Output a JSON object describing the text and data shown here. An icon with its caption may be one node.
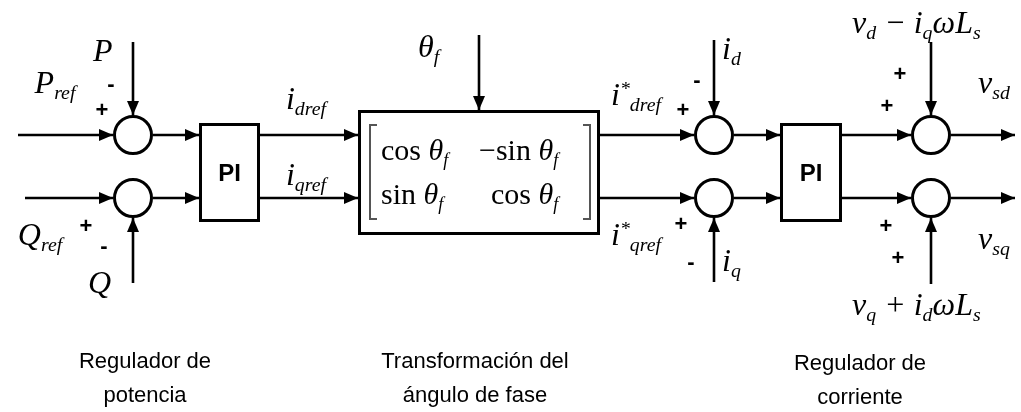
{
  "diagram": {
    "nodes": [
      {
        "text": [
          "P"
        ]
      },
      {
        "text": [],
        "shape": "circle"
      },
      {
        "text": [
          "PI"
        ]
      },
      {
        "text": [
          "θ$_{f}$"
        ]
      },
      {
        "text": [
          "cos *θ*$_{f}$",
          "−sin *θ*$_{f}$",
          "sin *θ*$_{f}$",
          "cos *θ*$_{f}$"
        ]
      },
      {
        "text": [
          "i$_{d}$"
        ]
      },
      {
        "text": [],
        "shape": "circle"
      },
      {
        "text": [
          "v$_{d}$ − i$_{q}$ωL$_{s}$"
        ]
      },
      {
        "text": [
          "PI"
        ]
      },
      {
        "text": [],
        "shape": "circle"
      },
      {
        "text": [],
        "shape": "circle"
      },
      {
        "text": [],
        "shape": "circle"
      },
      {
        "text": [],
        "shape": "circle"
      },
      {
        "text": [
          "Q"
        ]
      },
      {
        "text": [
          "i$_{q}$"
        ]
      },
      {
        "text": [
          "v$_{q}$ + i$_{d}$ωL$_{s}$"
        ]
      }
    ],
    "edges": [
      {
        "from": null,
        "to": 1,
        "arrow": "to",
        "label": "P$_{ref}$"
      },
      {
        "from": 0,
        "to": 1,
        "arrow": "to"
      },
      {
        "from": 1,
        "to": 2,
        "arrow": "to"
      },
      {
        "from": null,
        "to": 10,
        "arrow": "to",
        "label": "Q$_{ref}$"
      },
      {
        "from": 13,
        "to": 10,
        "arrow": "to"
      },
      {
        "from": 10,
        "to": 2,
        "arrow": "to"
      },
      {
        "from": 2,
        "to": 4,
        "arrow": "to",
        "label": "i$_{dref}$"
      },
      {
        "from": 2,
        "to": 4,
        "arrow": "to",
        "label": "i$_{qref}$"
      },
      {
        "from": 3,
        "to": 4,
        "arrow": "to"
      },
      {
        "from": 4,
        "to": 6,
        "arrow": "to",
        "label": "i$^{*}$$_{dref}$"
      },
      {
        "from": 4,
        "to": 11,
        "arrow": "to",
        "label": "i$^{*}$$_{qref}$"
      },
      {
        "from": 5,
        "to": 6,
        "arrow": "to"
      },
      {
        "from": 14,
        "to": 11,
        "arrow": "to"
      },
      {
        "from": 6,
        "to": 8,
        "arrow": "to"
      },
      {
        "from": 11,
        "to": 8,
        "arrow": "to"
      },
      {
        "from": 8,
        "to": 9,
        "arrow": "to"
      },
      {
        "from": 8,
        "to": 12,
        "arrow": "to"
      },
      {
        "from": 7,
        "to": 9,
        "arrow": "to"
      },
      {
        "from": 15,
        "to": 12,
        "arrow": "to"
      },
      {
        "from": 9,
        "to": null,
        "arrow": "to",
        "label": "v$_{sd}$"
      },
      {
        "from": 12,
        "to": null,
        "arrow": "to",
        "label": "v$_{sq}$"
      }
    ],
    "labels": [
      "-",
      "-",
      "+",
      "+",
      "+",
      "+",
      "+",
      "-",
      "+",
      "+",
      "-",
      "+",
      "Regulador de potencia",
      "Transformación del ángulo de fase",
      "Regulador de corriente"
    ]
  }
}
